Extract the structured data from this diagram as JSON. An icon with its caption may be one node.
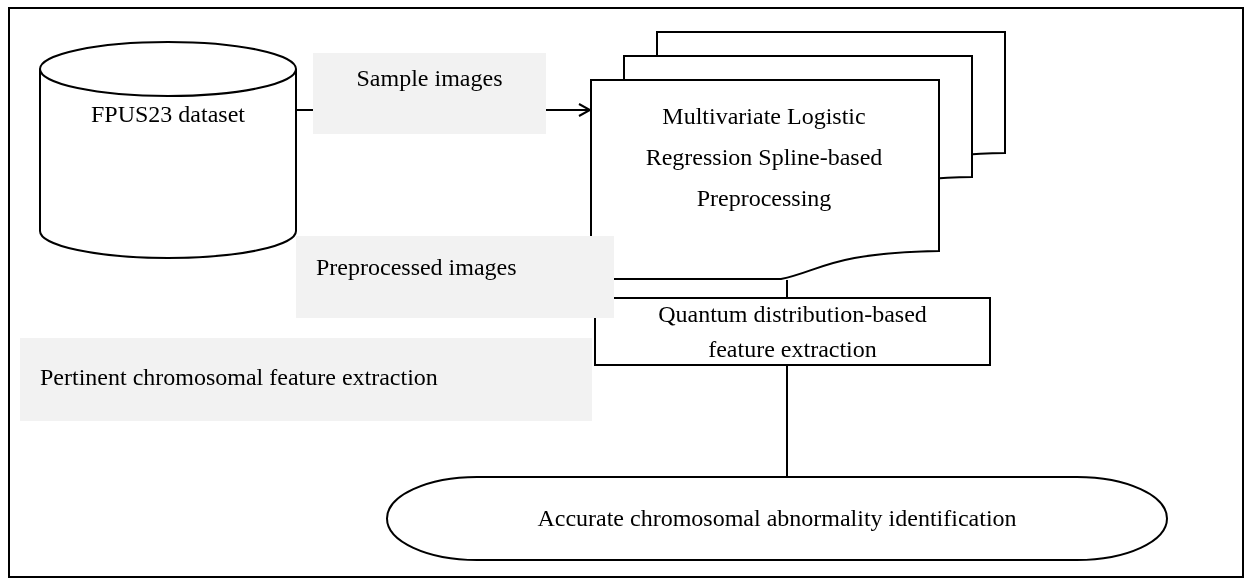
{
  "diagram": {
    "nodes": [
      {
        "text": [
          "FPUS23 dataset"
        ]
      },
      {
        "text": [
          "Multivariate Logistic Regression Spline-based Preprocessing"
        ]
      },
      {
        "text": [
          "Quantum distribution-based feature extraction"
        ]
      },
      {
        "text": [
          "Accurate chromosomal abnormality identification"
        ]
      }
    ],
    "edges": [
      {
        "from": 0,
        "to": 1,
        "arrow": "to"
      },
      {
        "from": 1,
        "to": 2,
        "arrow": "none"
      },
      {
        "from": 2,
        "to": 3,
        "arrow": "none"
      }
    ],
    "labels": [
      "Sample images",
      "Preprocessed images",
      "Pertinent chromosomal feature extraction"
    ]
  }
}
